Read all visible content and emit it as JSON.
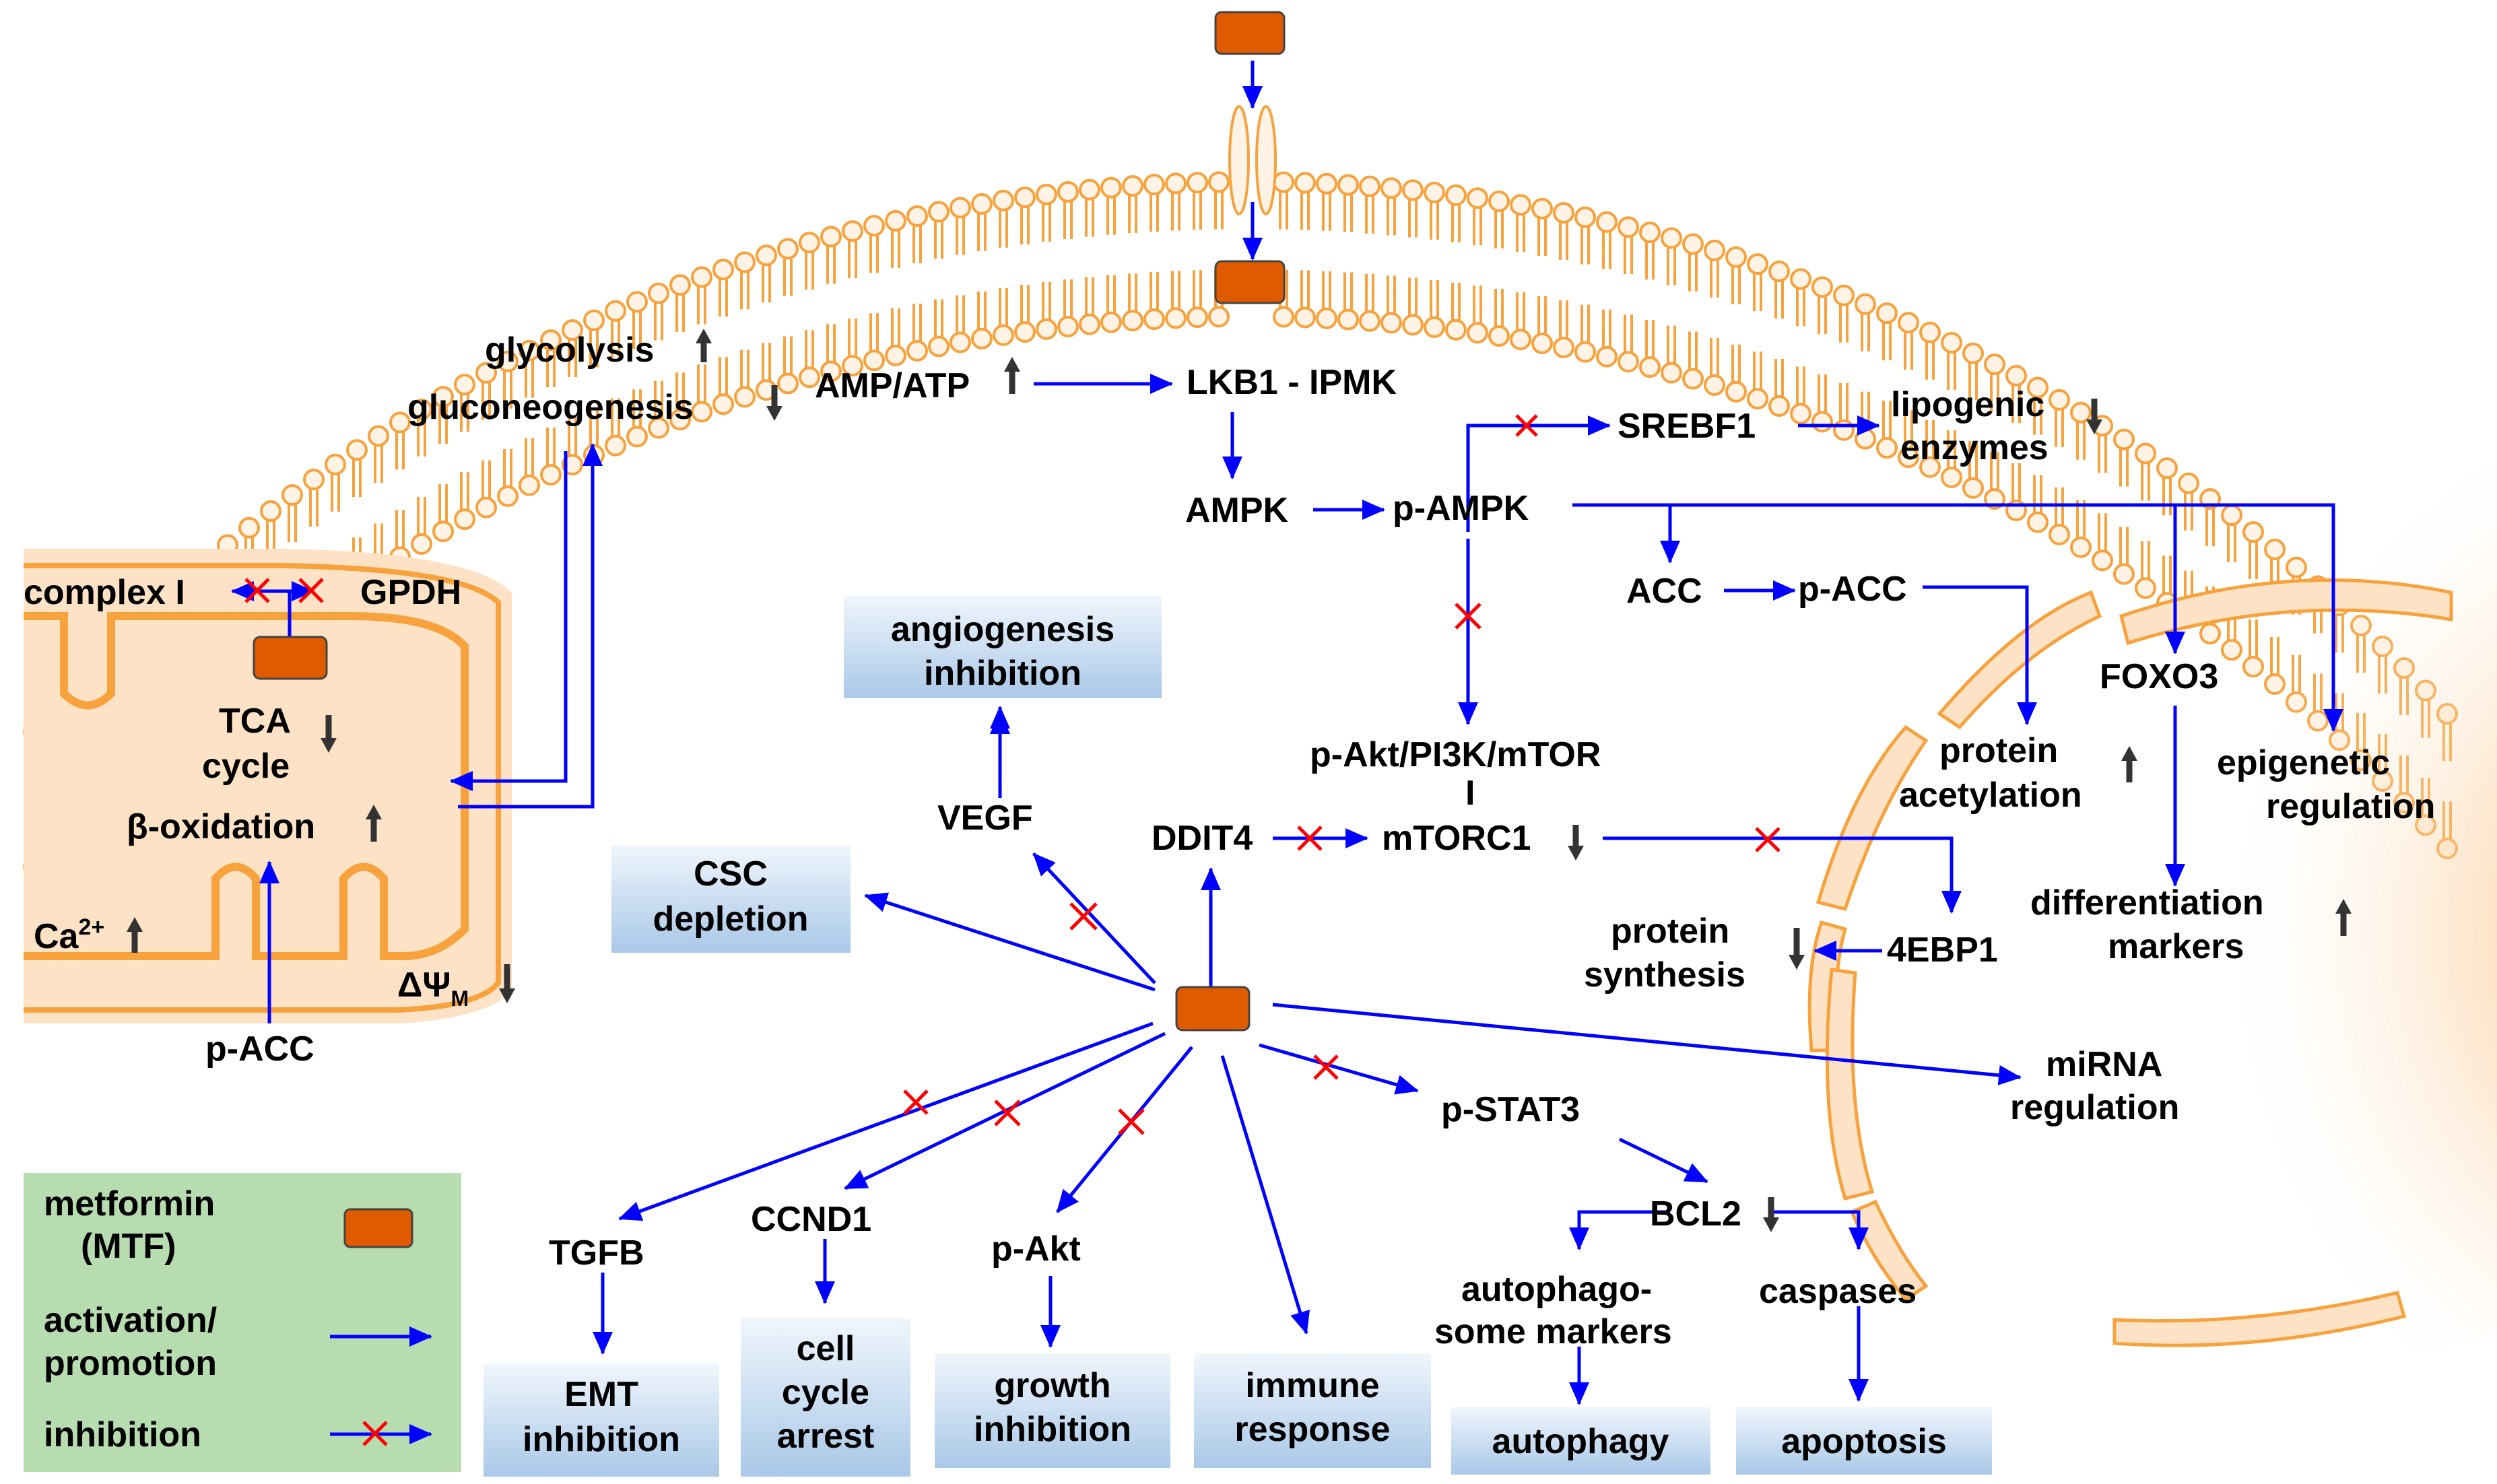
{
  "labels": {
    "glycolysis": "glycolysis",
    "gluconeogenesis": "gluconeogenesis",
    "amp_atp": "AMP/ATP",
    "lkb1_ipmk": "LKB1 - IPMK",
    "ampk": "AMPK",
    "p_ampk": "p-AMPK",
    "srebf1": "SREBF1",
    "lipogenic_1": "lipogenic",
    "lipogenic_2": "enzymes",
    "acc": "ACC",
    "p_acc_right": "p-ACC",
    "foxo3": "FOXO3",
    "complex_i": "complex I",
    "gpdh": "GPDH",
    "tca_1": "TCA",
    "tca_2": "cycle",
    "beta_oxidation": "β-oxidation",
    "ca": "Ca",
    "ca_sup": "2+",
    "delta_psi": "ΔΨ",
    "delta_psi_sub": "M",
    "p_acc_left": "p-ACC",
    "p_akt_pi3k_mtor": "p-Akt/PI3K/mTOR",
    "bar": "I",
    "ddit4": "DDIT4",
    "mtorc1": "mTORC1",
    "vegf": "VEGF",
    "protein_acetylation_1": "protein",
    "protein_acetylation_2": "acetylation",
    "epigenetic_1": "epigenetic",
    "epigenetic_2": "regulation",
    "differentiation_1": "differentiation",
    "differentiation_2": "markers",
    "protein_synthesis_1": "protein",
    "protein_synthesis_2": "synthesis",
    "ebp1": "4EBP1",
    "mirna_1": "miRNA",
    "mirna_2": "regulation",
    "p_stat3": "p-STAT3",
    "bcl2": "BCL2",
    "autophago_1": "autophago-",
    "autophago_2": "some markers",
    "caspases": "caspases",
    "tgfb": "TGFB",
    "ccnd1": "CCND1",
    "p_akt": "p-Akt"
  },
  "boxes": {
    "angiogenesis_1": "angiogenesis",
    "angiogenesis_2": "inhibition",
    "csc_1": "CSC",
    "csc_2": "depletion",
    "emt_1": "EMT",
    "emt_2": "inhibition",
    "cell_cycle_1": "cell",
    "cell_cycle_2": "cycle",
    "cell_cycle_3": "arrest",
    "growth_1": "growth",
    "growth_2": "inhibition",
    "immune_1": "immune",
    "immune_2": "response",
    "autophagy": "autophagy",
    "apoptosis": "apoptosis"
  },
  "legend": {
    "metformin_1": "metformin",
    "metformin_2": "(MTF)",
    "activation_1": "activation/",
    "activation_2": "promotion",
    "inhibition": "inhibition"
  },
  "colors": {
    "arrow": "#0000ff",
    "inhibition_cross": "#ff0000",
    "metformin_fill": "#e05a00",
    "membrane": "#f7a23c",
    "legend_bg": "#b6dcb0",
    "box_top": "#f0f6fc",
    "box_bottom": "#a9c8e8"
  }
}
